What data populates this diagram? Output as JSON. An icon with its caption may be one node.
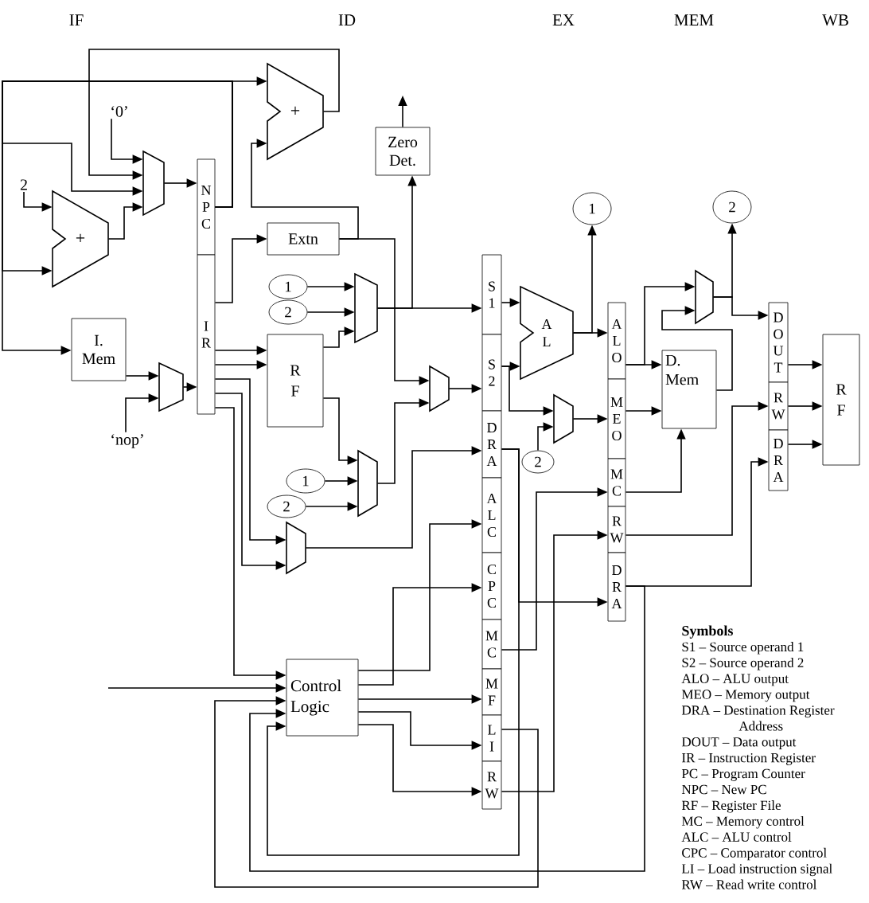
{
  "diagram": {
    "nodes": [
      {
        "text": [
          "+"
        ]
      },
      {
        "text": [
          "Zero Det."
        ]
      },
      {
        "text": [
          "‘0’"
        ]
      },
      {
        "text": [
          "2"
        ]
      },
      {
        "text": [],
        "shape": "trapezoid"
      },
      {
        "text": [
          "+"
        ]
      },
      {
        "text": [
          "N P C"
        ]
      },
      {
        "text": [
          "I R"
        ]
      },
      {
        "text": [
          "Extn"
        ]
      },
      {
        "text": [
          "1"
        ]
      },
      {
        "text": [
          "2"
        ]
      },
      {
        "text": [],
        "shape": "trapezoid"
      },
      {
        "text": [
          "I. Mem"
        ]
      },
      {
        "text": [
          "R F"
        ]
      },
      {
        "text": [],
        "shape": "trapezoid"
      },
      {
        "text": [],
        "shape": "trapezoid"
      },
      {
        "text": [
          "‘nop’"
        ]
      },
      {
        "text": [
          "1"
        ]
      },
      {
        "text": [
          "2"
        ]
      },
      {
        "text": [],
        "shape": "trapezoid"
      },
      {
        "text": [],
        "shape": "trapezoid"
      },
      {
        "text": [
          "Control Logic"
        ]
      },
      {
        "text": [
          "S 1"
        ]
      },
      {
        "text": [
          "S 2"
        ]
      },
      {
        "text": [
          "D R A"
        ]
      },
      {
        "text": [
          "A L C"
        ]
      },
      {
        "text": [
          "C P C"
        ]
      },
      {
        "text": [
          "M C"
        ]
      },
      {
        "text": [
          "M F"
        ]
      },
      {
        "text": [
          "L I"
        ]
      },
      {
        "text": [
          "R W"
        ]
      },
      {
        "text": [
          "1"
        ]
      },
      {
        "text": [
          "A L"
        ]
      },
      {
        "text": [],
        "shape": "trapezoid"
      },
      {
        "text": [
          "2"
        ]
      },
      {
        "text": [
          "A L O"
        ]
      },
      {
        "text": [
          "M E O"
        ]
      },
      {
        "text": [
          "M C"
        ]
      },
      {
        "text": [
          "R W"
        ]
      },
      {
        "text": [
          "D R A"
        ]
      },
      {
        "text": [
          "2"
        ]
      },
      {
        "text": [],
        "shape": "trapezoid"
      },
      {
        "text": [
          "D. Mem"
        ]
      },
      {
        "text": [
          "D O U T"
        ]
      },
      {
        "text": [
          "R W"
        ]
      },
      {
        "text": [
          "D R A"
        ]
      },
      {
        "text": [
          "R F"
        ]
      }
    ],
    "edges": [
      {
        "from": 0,
        "to": 4,
        "arrow": "to"
      },
      {
        "from": 2,
        "to": 4,
        "arrow": "to"
      },
      {
        "from": 6,
        "to": 0,
        "arrow": "to"
      },
      {
        "from": 6,
        "to": 4,
        "arrow": "to"
      },
      {
        "from": 6,
        "to": 5,
        "arrow": "to"
      },
      {
        "from": 6,
        "to": 12,
        "arrow": "to"
      },
      {
        "from": 3,
        "to": 5,
        "arrow": "to"
      },
      {
        "from": 5,
        "to": 4,
        "arrow": "to"
      },
      {
        "from": 4,
        "to": 6,
        "arrow": "to"
      },
      {
        "from": 12,
        "to": 15,
        "arrow": "to"
      },
      {
        "from": 16,
        "to": 15,
        "arrow": "to"
      },
      {
        "from": 15,
        "to": 7,
        "arrow": "to"
      },
      {
        "from": 7,
        "to": 8,
        "arrow": "to"
      },
      {
        "from": 8,
        "to": 0,
        "arrow": "to"
      },
      {
        "from": 8,
        "to": 14,
        "arrow": "to"
      },
      {
        "from": 7,
        "to": 13,
        "arrow": "to"
      },
      {
        "from": 7,
        "to": 13,
        "arrow": "to"
      },
      {
        "from": 9,
        "to": 11,
        "arrow": "to"
      },
      {
        "from": 10,
        "to": 11,
        "arrow": "to"
      },
      {
        "from": 13,
        "to": 11,
        "arrow": "to"
      },
      {
        "from": 11,
        "to": 22,
        "arrow": "to"
      },
      {
        "from": 11,
        "to": 1,
        "arrow": "to"
      },
      {
        "from": 1,
        "to": null,
        "arrow": "to"
      },
      {
        "from": 13,
        "to": 19,
        "arrow": "to"
      },
      {
        "from": 17,
        "to": 19,
        "arrow": "to"
      },
      {
        "from": 18,
        "to": 19,
        "arrow": "to"
      },
      {
        "from": 19,
        "to": 14,
        "arrow": "to"
      },
      {
        "from": 14,
        "to": 23,
        "arrow": "to"
      },
      {
        "from": 7,
        "to": 21,
        "arrow": "to"
      },
      {
        "from": 7,
        "to": 20,
        "arrow": "to"
      },
      {
        "from": 7,
        "to": 20,
        "arrow": "to"
      },
      {
        "from": 20,
        "to": 24,
        "arrow": "to"
      },
      {
        "from": null,
        "to": 21,
        "arrow": "to"
      },
      {
        "from": 21,
        "to": 25,
        "arrow": "to"
      },
      {
        "from": 21,
        "to": 26,
        "arrow": "to"
      },
      {
        "from": 21,
        "to": 28,
        "arrow": "to"
      },
      {
        "from": 21,
        "to": 29,
        "arrow": "to"
      },
      {
        "from": 21,
        "to": 30,
        "arrow": "to"
      },
      {
        "from": 22,
        "to": 32,
        "arrow": "to"
      },
      {
        "from": 23,
        "to": 32,
        "arrow": "to"
      },
      {
        "from": 23,
        "to": 33,
        "arrow": "to"
      },
      {
        "from": 34,
        "to": 33,
        "arrow": "to"
      },
      {
        "from": 32,
        "to": 35,
        "arrow": "to"
      },
      {
        "from": 32,
        "to": 31,
        "arrow": "to"
      },
      {
        "from": 33,
        "to": 36,
        "arrow": "to"
      },
      {
        "from": 24,
        "to": 39,
        "arrow": "to"
      },
      {
        "from": 24,
        "to": 21,
        "arrow": "to"
      },
      {
        "from": 29,
        "to": 21,
        "arrow": "to"
      },
      {
        "from": 39,
        "to": 21,
        "arrow": "to"
      },
      {
        "from": 39,
        "to": 45,
        "arrow": "to"
      },
      {
        "from": 27,
        "to": 37,
        "arrow": "to"
      },
      {
        "from": 30,
        "to": 38,
        "arrow": "to"
      },
      {
        "from": 35,
        "to": 42,
        "arrow": "to"
      },
      {
        "from": 35,
        "to": 41,
        "arrow": "to"
      },
      {
        "from": 36,
        "to": 42,
        "arrow": "to"
      },
      {
        "from": 37,
        "to": 42,
        "arrow": "to"
      },
      {
        "from": 42,
        "to": 41,
        "arrow": "to"
      },
      {
        "from": 41,
        "to": 40,
        "arrow": "to"
      },
      {
        "from": 41,
        "to": 43,
        "arrow": "to"
      },
      {
        "from": 38,
        "to": 44,
        "arrow": "to"
      },
      {
        "from": 43,
        "to": 46,
        "arrow": "to"
      },
      {
        "from": 44,
        "to": 46,
        "arrow": "to"
      },
      {
        "from": 45,
        "to": 46,
        "arrow": "to"
      }
    ],
    "labels": [
      "IF",
      "ID",
      "EX",
      "MEM",
      "WB",
      "Symbols",
      "S1 – Source operand 1",
      "S2 – Source operand 2",
      "ALO – ALU output",
      "MEO – Memory output",
      "DRA – Destination Register Address",
      "DOUT – Data output",
      "IR – Instruction Register",
      "PC – Program Counter",
      "NPC – New PC",
      "RF – Register File",
      "MC – Memory control",
      "ALC – ALU control",
      "CPC – Comparator control",
      "LI – Load instruction signal",
      "RW – Read write control"
    ]
  }
}
